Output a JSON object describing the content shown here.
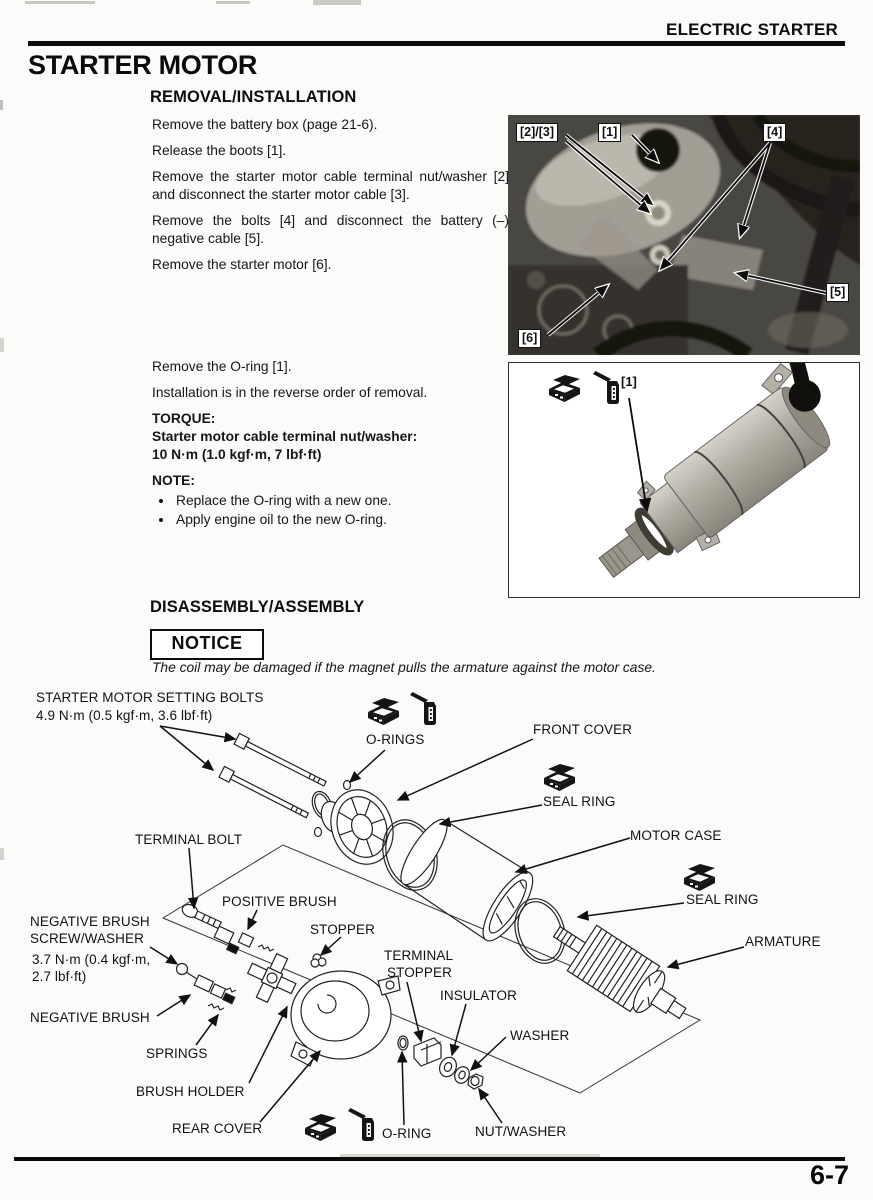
{
  "page": {
    "header_right": "ELECTRIC STARTER",
    "title": "STARTER MOTOR",
    "page_number": "6-7"
  },
  "removal": {
    "heading": "REMOVAL/INSTALLATION",
    "steps": [
      "Remove the battery box (page 21-6).",
      "Release the boots [1].",
      "Remove the starter motor cable terminal nut/washer [2] and disconnect the starter motor cable [3].",
      "Remove the bolts [4] and disconnect the battery (–) negative cable [5].",
      "Remove the starter motor [6]."
    ],
    "photo1_callouts": [
      "[2]/[3]",
      "[1]",
      "[4]",
      "[5]",
      "[6]"
    ],
    "oring_step": "Remove the O-ring [1].",
    "reverse_note": "Installation is in the reverse order of removal.",
    "torque_heading": "TORQUE:",
    "torque_item": "Starter motor cable terminal nut/washer:",
    "torque_value": "10 N·m (1.0 kgf·m, 7 lbf·ft)",
    "note_heading": "NOTE:",
    "notes": [
      "Replace the O-ring with a new one.",
      "Apply engine oil to the new O-ring."
    ],
    "photo2_callout": "[1]"
  },
  "disassembly": {
    "heading": "DISASSEMBLY/ASSEMBLY",
    "notice_label": "NOTICE",
    "notice_text": "The coil may be damaged if the magnet pulls the armature against the motor case.",
    "labels": {
      "setting_bolts_line1": "STARTER MOTOR SETTING BOLTS",
      "setting_bolts_line2": "4.9 N·m (0.5 kgf·m, 3.6 lbf·ft)",
      "o_rings": "O-RINGS",
      "front_cover": "FRONT COVER",
      "seal_ring_top": "SEAL RING",
      "motor_case": "MOTOR CASE",
      "seal_ring_right": "SEAL RING",
      "armature": "ARMATURE",
      "terminal_bolt": "TERMINAL BOLT",
      "positive_brush": "POSITIVE BRUSH",
      "negative_brush_screw_line1": "NEGATIVE BRUSH",
      "negative_brush_screw_line2": "SCREW/WASHER",
      "negative_brush_screw_torque1": "3.7 N·m (0.4 kgf·m,",
      "negative_brush_screw_torque2": "2.7 lbf·ft)",
      "negative_brush": "NEGATIVE BRUSH",
      "stopper": "STOPPER",
      "terminal_stopper_line1": "TERMINAL",
      "terminal_stopper_line2": "STOPPER",
      "insulator": "INSULATOR",
      "washer": "WASHER",
      "springs": "SPRINGS",
      "brush_holder": "BRUSH HOLDER",
      "rear_cover": "REAR COVER",
      "o_ring": "O-RING",
      "nut_washer": "NUT/WASHER"
    }
  },
  "icons": {
    "new_part_icon": "open-box-replace-with-new-part",
    "oil_icon": "oil-bottle-apply-oil"
  }
}
